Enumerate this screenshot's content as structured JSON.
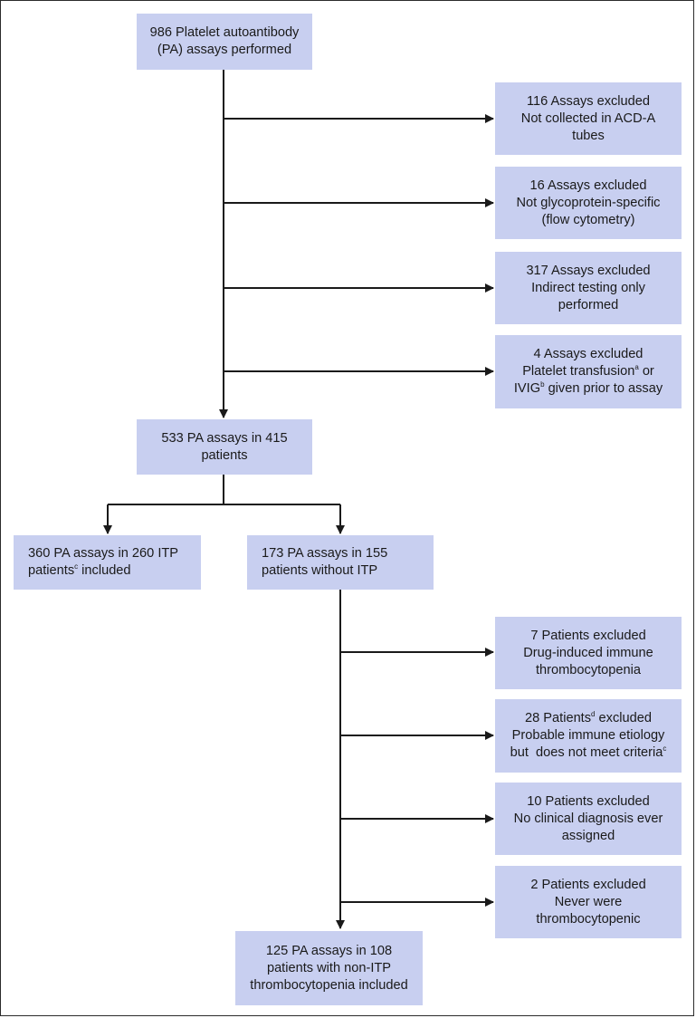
{
  "boxes": {
    "start": {
      "lines": [
        "986 Platelet autoantibody",
        "(PA) assays performed"
      ]
    },
    "ex1": {
      "lines": [
        "116 Assays excluded",
        "Not collected in ACD-A",
        "tubes"
      ]
    },
    "ex2": {
      "lines": [
        "16 Assays excluded",
        "Not glycoprotein-specific",
        "(flow cytometry)"
      ]
    },
    "ex3": {
      "lines": [
        "317 Assays excluded",
        "Indirect testing only",
        "performed"
      ]
    },
    "ex4": {
      "l1": "4 Assays excluded",
      "l2a": "Platelet transfusion",
      "l2sup": "a",
      "l2b": " or",
      "l3a": "IVIG",
      "l3sup": "b",
      "l3b": " given prior to assay"
    },
    "mid": {
      "lines": [
        "533 PA assays in 415",
        "patients"
      ]
    },
    "itp": {
      "l1": "360 PA assays in 260 ITP",
      "l2a": "patients",
      "l2sup": "c",
      "l2b": " included"
    },
    "nonitp": {
      "lines": [
        "173 PA assays in 155",
        "patients without ITP"
      ]
    },
    "ex5": {
      "lines": [
        "7 Patients excluded",
        "Drug-induced immune",
        "thrombocytopenia"
      ]
    },
    "ex6": {
      "l1a": "28 Patients",
      "l1sup": "d",
      "l1b": " excluded",
      "l2": "Probable immune etiology",
      "l3a": "but  does not meet criteria",
      "l3sup": "c"
    },
    "ex7": {
      "lines": [
        "10 Patients excluded",
        "No clinical diagnosis ever",
        "assigned"
      ]
    },
    "ex8": {
      "lines": [
        "2 Patients excluded",
        "Never were",
        "thrombocytopenic"
      ]
    },
    "final": {
      "lines": [
        "125 PA assays in 108",
        "patients with non-ITP",
        "thrombocytopenia included"
      ]
    }
  },
  "colors": {
    "box_fill": "#c8cff0",
    "line": "#1a1a1a",
    "text": "#1a1a1a"
  }
}
